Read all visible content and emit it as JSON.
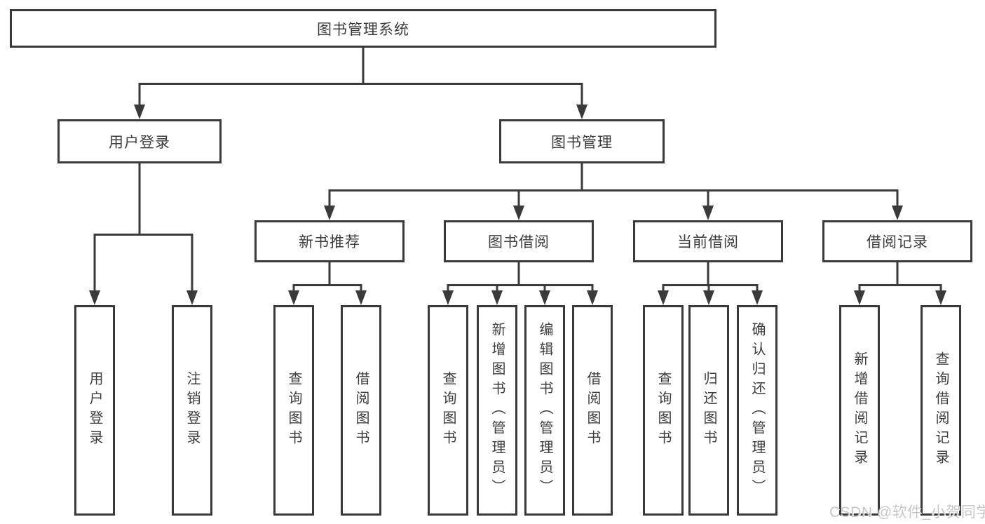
{
  "diagram": {
    "root": {
      "label": "图书管理系统"
    },
    "branches": [
      {
        "label": "用户登录",
        "children": [
          {
            "label": "用户登录"
          },
          {
            "label": "注销登录"
          }
        ]
      },
      {
        "label": "图书管理",
        "children": [
          {
            "label": "新书推荐",
            "children": [
              {
                "label": "查询图书"
              },
              {
                "label": "借阅图书"
              }
            ]
          },
          {
            "label": "图书借阅",
            "children": [
              {
                "label": "查询图书"
              },
              {
                "label": "新增图书（管理员）"
              },
              {
                "label": "编辑图书（管理员）"
              },
              {
                "label": "借阅图书"
              }
            ]
          },
          {
            "label": "当前借阅",
            "children": [
              {
                "label": "查询图书"
              },
              {
                "label": "归还图书"
              },
              {
                "label": "确认归还（管理员）"
              }
            ]
          },
          {
            "label": "借阅记录",
            "children": [
              {
                "label": "新增借阅记录"
              },
              {
                "label": "查询借阅记录"
              }
            ]
          }
        ]
      }
    ]
  },
  "watermark": {
    "text": "CSDN @软件_小贺同学"
  },
  "colors": {
    "line": "#3a3a3c",
    "box_border": "#3a3a3c",
    "text": "#3d3d3f",
    "background": "#ffffff",
    "watermark": "#c7c8c9"
  }
}
